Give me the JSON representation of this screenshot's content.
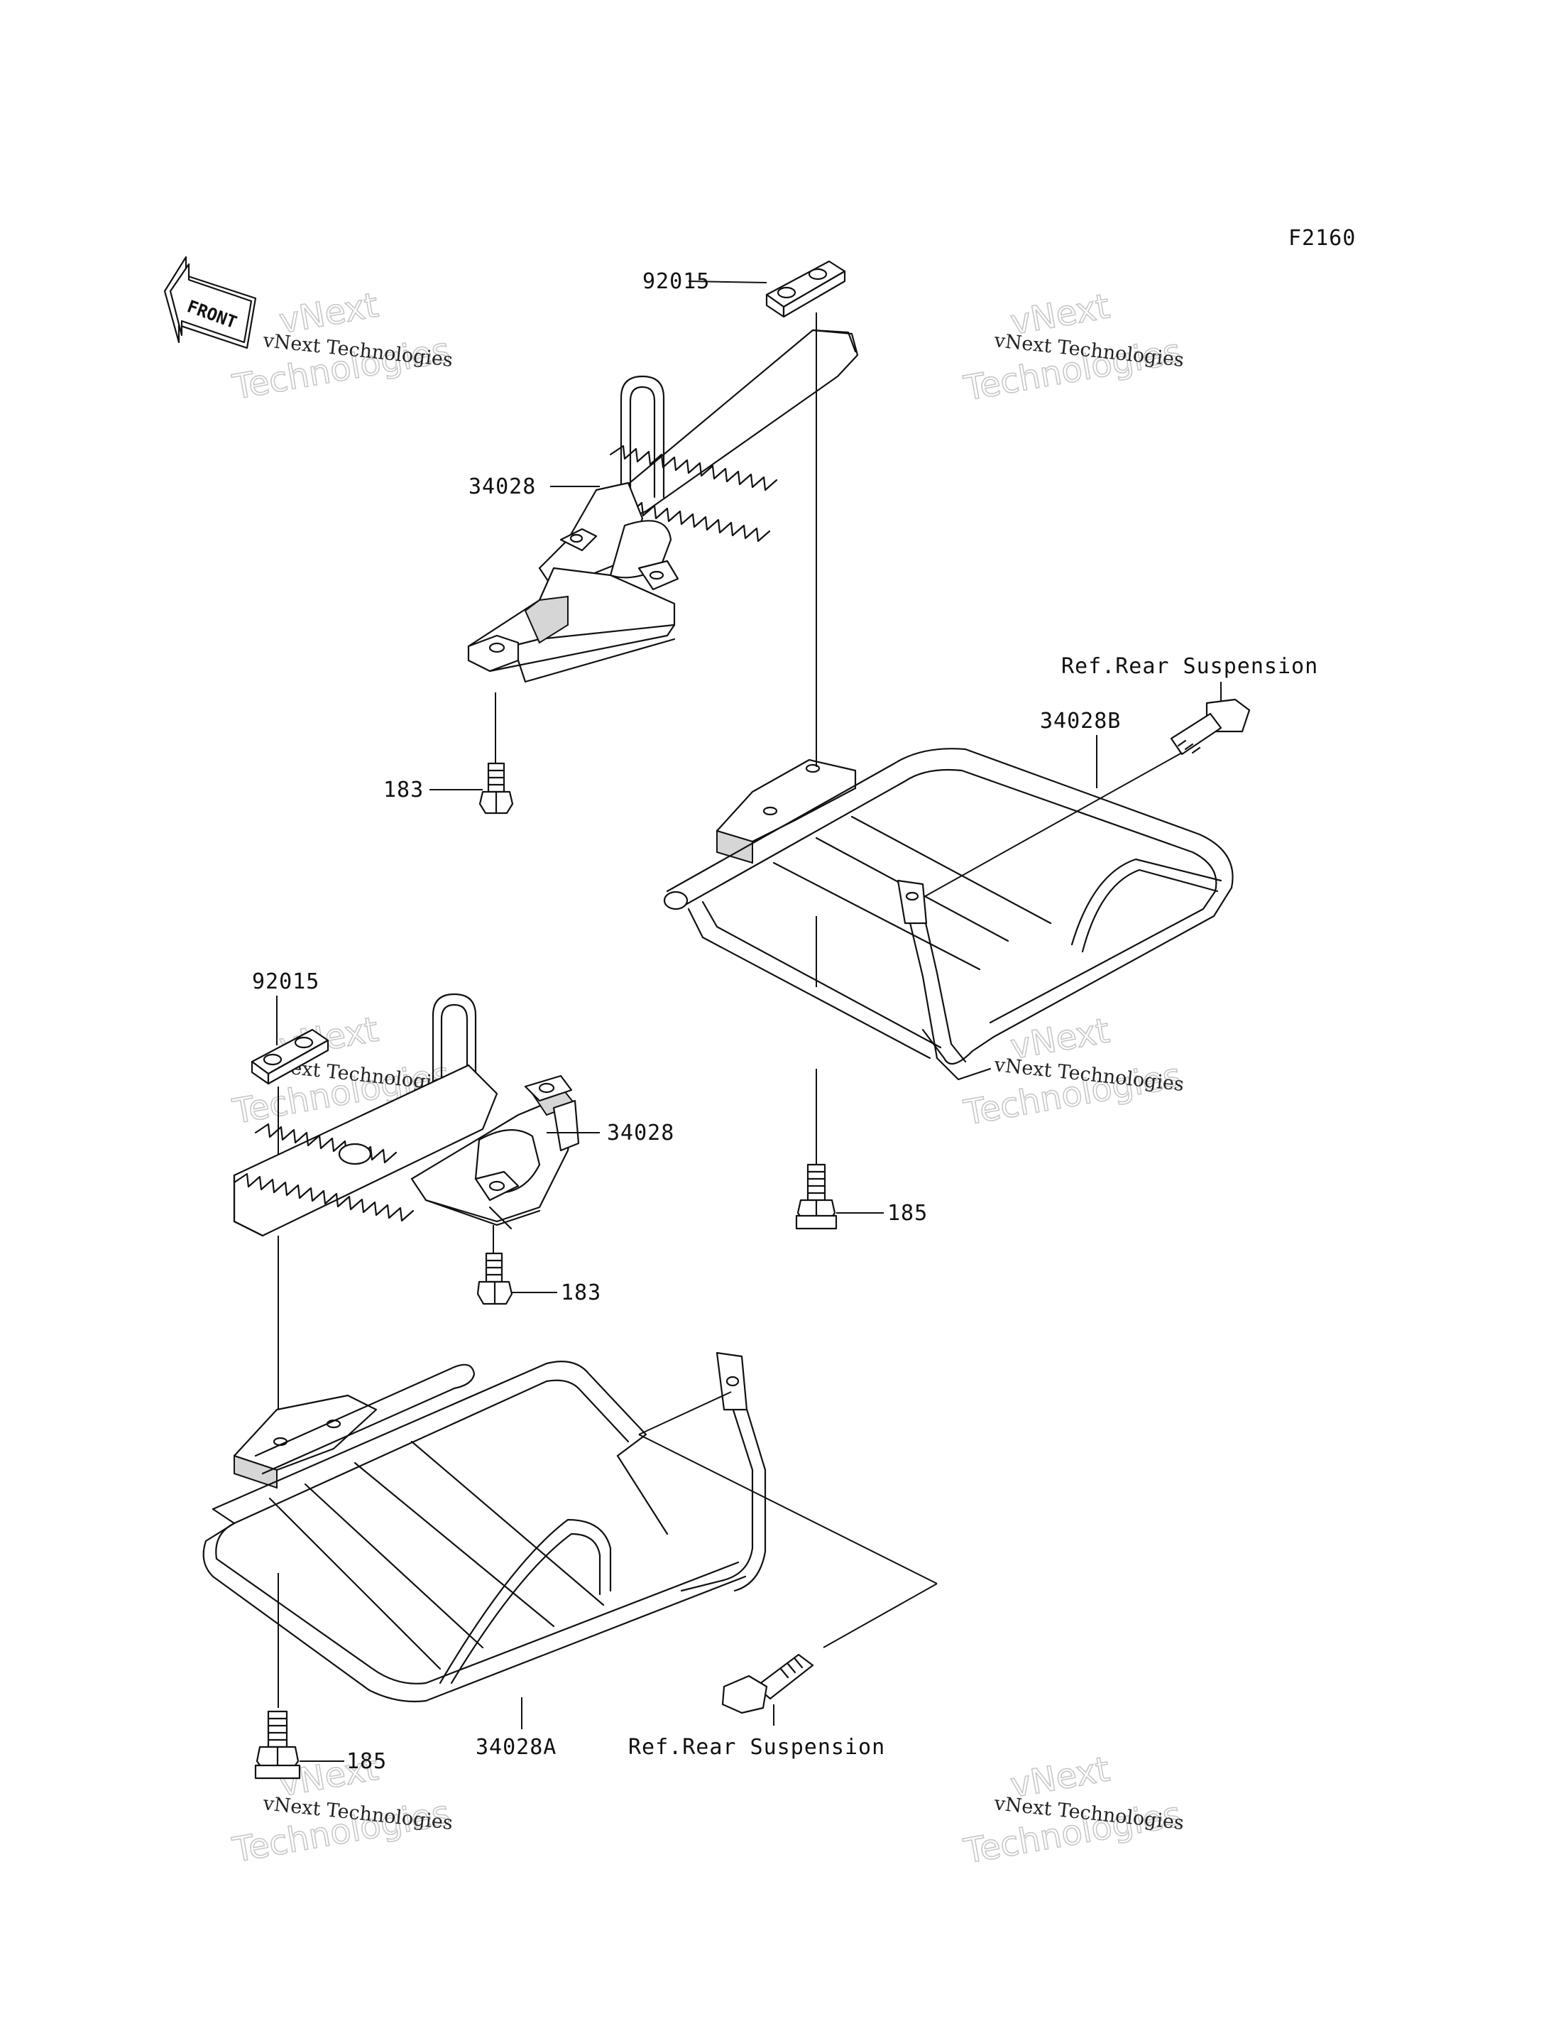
{
  "figure_code": "F2160",
  "front_label": "FRONT",
  "watermark": {
    "line1": "vNext",
    "line2": "Technologies",
    "small": "vNext Technologies"
  },
  "labels": {
    "nut_top": "92015",
    "step_top": "34028",
    "bolt_183_top": "183",
    "ref_top": "Ref.Rear Suspension",
    "guard_b": "34028B",
    "bolt_185_right": "185",
    "nut_left": "92015",
    "step_left": "34028",
    "bolt_183_left": "183",
    "guard_a": "34028A",
    "ref_bottom": "Ref.Rear Suspension",
    "bolt_185_bottom": "185"
  }
}
